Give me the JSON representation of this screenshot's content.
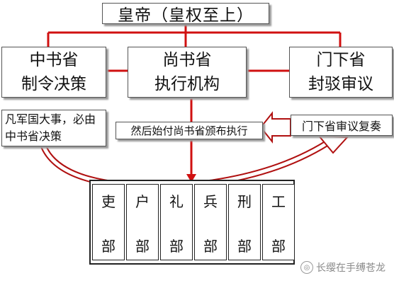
{
  "emperor": {
    "label": "皇帝（皇权至上）"
  },
  "zhongshu": {
    "line1": "中书省",
    "line2": "制令决策",
    "note": "凡军国大事，必由中书省决策"
  },
  "shangshu": {
    "line1": "尚书省",
    "line2": "执行机构",
    "note": "然后始付尚书省颁布执行"
  },
  "menxia": {
    "line1": "门下省",
    "line2": "封驳审议",
    "note": "门下省审议复奏"
  },
  "departments": [
    {
      "top": "吏",
      "bottom": "部"
    },
    {
      "top": "户",
      "bottom": "部"
    },
    {
      "top": "礼",
      "bottom": "部"
    },
    {
      "top": "兵",
      "bottom": "部"
    },
    {
      "top": "刑",
      "bottom": "部"
    },
    {
      "top": "工",
      "bottom": "部"
    }
  ],
  "watermark": {
    "text": "长缨在手缚苍龙"
  },
  "colors": {
    "connector": "#d01010",
    "arrow_fill": "#ffffff",
    "arrow_stroke": "#b01010"
  }
}
